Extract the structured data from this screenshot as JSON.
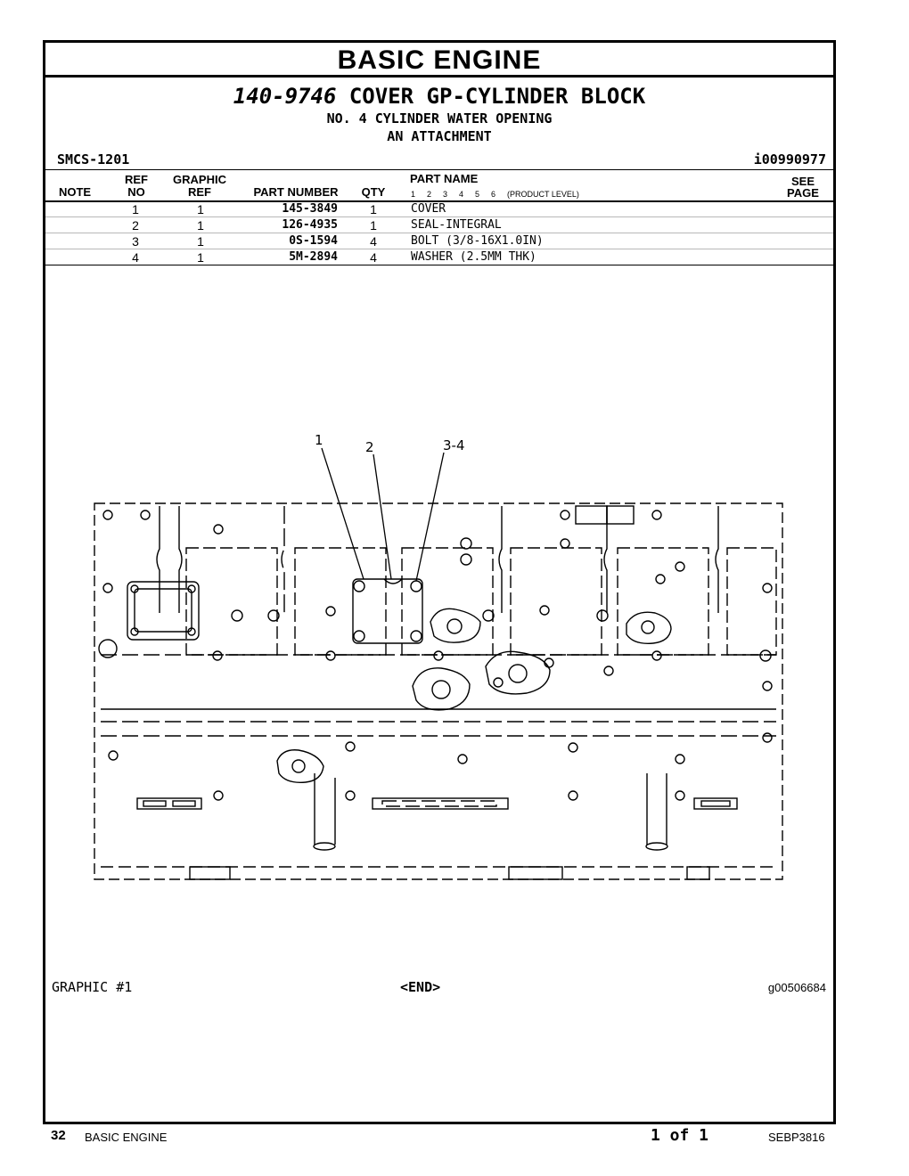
{
  "header": {
    "section": "BASIC ENGINE",
    "part_number": "140-9746",
    "part_title": "COVER GP-CYLINDER BLOCK",
    "subtitle_1": "NO. 4 CYLINDER WATER OPENING",
    "subtitle_2": "AN ATTACHMENT",
    "smcs": "SMCS-1201",
    "illustration_id": "i00990977"
  },
  "columns": {
    "note": "NOTE",
    "ref_no_1": "REF",
    "ref_no_2": "NO",
    "graphic_ref_1": "GRAPHIC",
    "graphic_ref_2": "REF",
    "part_number": "PART NUMBER",
    "qty": "QTY",
    "part_name": "PART NAME",
    "levels": [
      "1",
      "2",
      "3",
      "4",
      "5",
      "6"
    ],
    "product_level": "(PRODUCT LEVEL)",
    "see_page_1": "SEE",
    "see_page_2": "PAGE"
  },
  "parts": [
    {
      "ref": "1",
      "graphic_ref": "1",
      "part_number": "145-3849",
      "qty": "1",
      "name": "COVER"
    },
    {
      "ref": "2",
      "graphic_ref": "1",
      "part_number": "126-4935",
      "qty": "1",
      "name": "SEAL-INTEGRAL"
    },
    {
      "ref": "3",
      "graphic_ref": "1",
      "part_number": "0S-1594",
      "qty": "4",
      "name": "BOLT (3/8-16X1.0IN)"
    },
    {
      "ref": "4",
      "graphic_ref": "1",
      "part_number": "5M-2894",
      "qty": "4",
      "name": "WASHER (2.5MM THK)"
    }
  ],
  "drawing": {
    "callouts": [
      "1",
      "2",
      "3-4"
    ],
    "graphic_label": "GRAPHIC #1",
    "end_label": "<END>",
    "graphic_id": "g00506684"
  },
  "footer": {
    "page_number": "32",
    "section": "BASIC ENGINE",
    "page_of": "1 of 1",
    "doc_id": "SEBP3816"
  }
}
